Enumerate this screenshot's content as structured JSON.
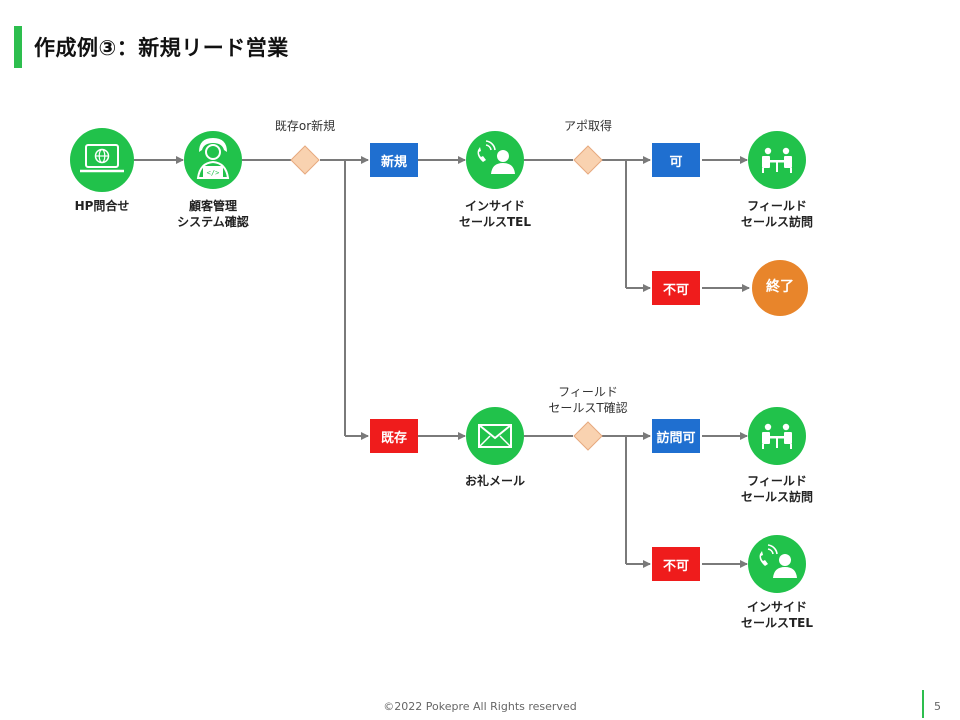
{
  "title": "作成例③：新規リード営業",
  "colors": {
    "green": "#21c24b",
    "orange": "#e8852b",
    "blue": "#1f6fd0",
    "red": "#ef1c1c",
    "diamond_fill": "#f9d2b0",
    "diamond_stroke": "#e7a97e",
    "arrow": "#7a7a7a"
  },
  "nodes": {
    "hp": {
      "label": "HP問合せ",
      "icon": "browser-globe-icon"
    },
    "crm": {
      "label_line1": "顧客管理",
      "label_line2": "システム確認",
      "icon": "person-laptop-icon"
    },
    "inside_tel_1": {
      "label_line1": "インサイド",
      "label_line2": "セールスTEL",
      "icon": "phone-person-icon"
    },
    "field_visit_1": {
      "label_line1": "フィールド",
      "label_line2": "セールス訪問",
      "icon": "meeting-table-icon"
    },
    "end": {
      "label": "終了"
    },
    "thanks_mail": {
      "label": "お礼メール",
      "icon": "envelope-icon"
    },
    "field_visit_2": {
      "label_line1": "フィールド",
      "label_line2": "セールス訪問",
      "icon": "meeting-table-icon"
    },
    "inside_tel_2": {
      "label_line1": "インサイド",
      "label_line2": "セールスTEL",
      "icon": "phone-person-icon"
    }
  },
  "decisions": {
    "existing_or_new": "既存or新規",
    "appointment": "アポ取得",
    "field_confirm_line1": "フィールド",
    "field_confirm_line2": "セールスT確認"
  },
  "branches": {
    "new": "新規",
    "existing": "既存",
    "ok": "可",
    "ng_1": "不可",
    "visit_ok": "訪問可",
    "ng_2": "不可"
  },
  "footer": {
    "copyright": "©2022 Pokepre All Rights reserved",
    "page": "5"
  }
}
